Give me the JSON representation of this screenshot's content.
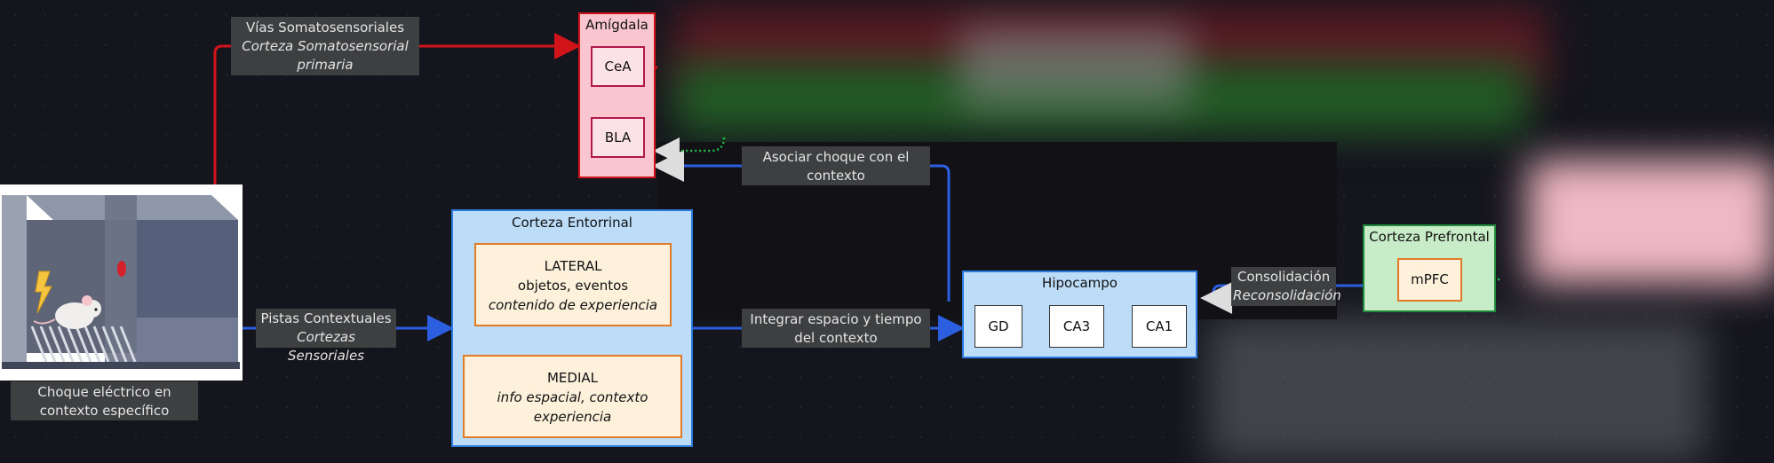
{
  "labels": {
    "somato_line1": "Vías Somatosensoriales",
    "somato_line2": "Corteza Somatosensorial",
    "somato_line3": "primaria",
    "pistas_line1": "Pistas Contextuales",
    "pistas_line2": "Cortezas Sensoriales",
    "choque_line1": "Choque eléctrico en",
    "choque_line2": "contexto específico",
    "asociar_line1": "Asociar choque con el",
    "asociar_line2": "contexto",
    "integrar_line1": "Integrar espacio y tiempo",
    "integrar_line2": "del contexto",
    "consol_line1": "Consolidación",
    "consol_line2": "Reconsolidación"
  },
  "amigdala": {
    "title": "Amígdala",
    "cea": "CeA",
    "bla": "BLA"
  },
  "entorrinal": {
    "title": "Corteza Entorrinal",
    "lateral_title": "LATERAL",
    "lateral_line2": "objetos, eventos",
    "lateral_line3": "contenido de experiencia",
    "medial_title": "MEDIAL",
    "medial_line2": "info espacial, contexto",
    "medial_line3": "experiencia"
  },
  "hipocampo": {
    "title": "Hipocampo",
    "gd": "GD",
    "ca3": "CA3",
    "ca1": "CA1"
  },
  "prefrontal": {
    "title": "Corteza Prefrontal",
    "mpfc": "mPFC"
  },
  "colors": {
    "background": "#15151d",
    "red_path": "#d1141a",
    "blue_path": "#2c5fe0",
    "green_path": "#22c24a",
    "amygdala_fill": "#f9c6cf",
    "blue_region": "#bcdcf8",
    "green_region": "#c8ebc8",
    "orange_border": "#e07a27"
  }
}
